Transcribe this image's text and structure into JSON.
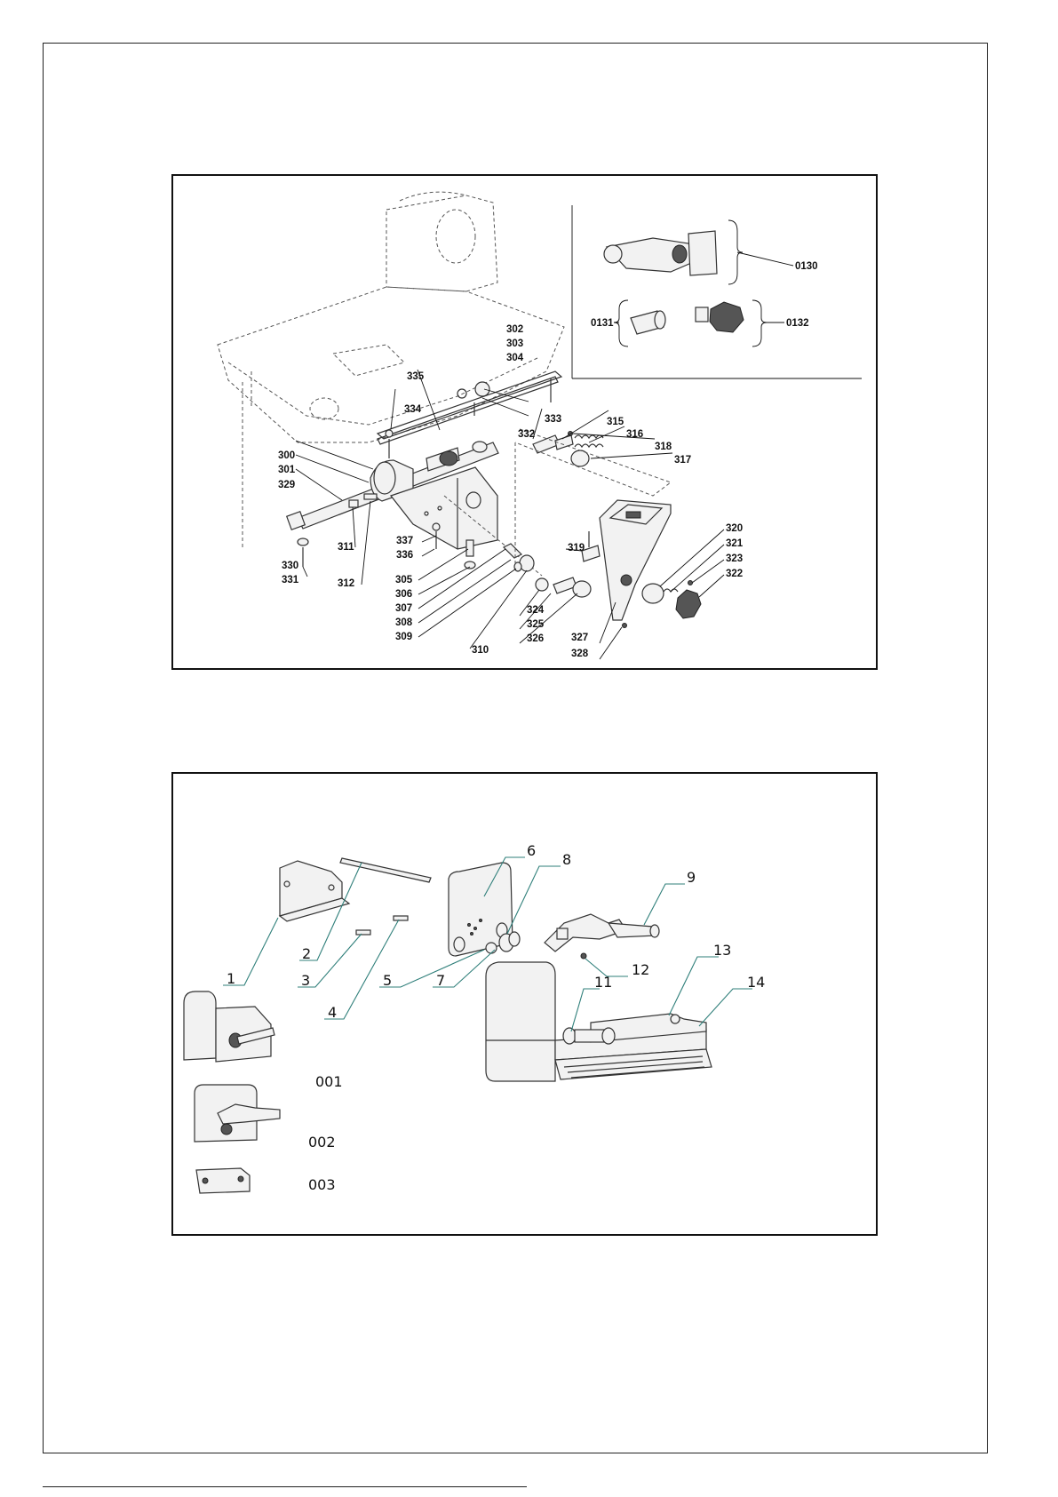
{
  "diagram_top": {
    "callouts": [
      {
        "id": "c302",
        "text": "302"
      },
      {
        "id": "c303",
        "text": "303"
      },
      {
        "id": "c304",
        "text": "304"
      },
      {
        "id": "c335",
        "text": "335"
      },
      {
        "id": "c334",
        "text": "334"
      },
      {
        "id": "c333",
        "text": "333"
      },
      {
        "id": "c332",
        "text": "332"
      },
      {
        "id": "c315",
        "text": "315"
      },
      {
        "id": "c316",
        "text": "316"
      },
      {
        "id": "c318",
        "text": "318"
      },
      {
        "id": "c317",
        "text": "317"
      },
      {
        "id": "c300",
        "text": "300"
      },
      {
        "id": "c301",
        "text": "301"
      },
      {
        "id": "c329",
        "text": "329"
      },
      {
        "id": "c337",
        "text": "337"
      },
      {
        "id": "c336",
        "text": "336"
      },
      {
        "id": "c311",
        "text": "311"
      },
      {
        "id": "c312",
        "text": "312"
      },
      {
        "id": "c330",
        "text": "330"
      },
      {
        "id": "c331",
        "text": "331"
      },
      {
        "id": "c305",
        "text": "305"
      },
      {
        "id": "c306",
        "text": "306"
      },
      {
        "id": "c307",
        "text": "307"
      },
      {
        "id": "c308",
        "text": "308"
      },
      {
        "id": "c309",
        "text": "309"
      },
      {
        "id": "c310",
        "text": "310"
      },
      {
        "id": "c319",
        "text": "319"
      },
      {
        "id": "c324",
        "text": "324"
      },
      {
        "id": "c325",
        "text": "325"
      },
      {
        "id": "c326",
        "text": "326"
      },
      {
        "id": "c327",
        "text": "327"
      },
      {
        "id": "c328",
        "text": "328"
      },
      {
        "id": "c320",
        "text": "320"
      },
      {
        "id": "c321",
        "text": "321"
      },
      {
        "id": "c323",
        "text": "323"
      },
      {
        "id": "c322",
        "text": "322"
      }
    ],
    "inset_callouts": [
      {
        "id": "c0130",
        "text": "0130"
      },
      {
        "id": "c0131",
        "text": "0131"
      },
      {
        "id": "c0132",
        "text": "0132"
      }
    ]
  },
  "diagram_bottom": {
    "callouts": [
      {
        "id": "n1",
        "text": "1"
      },
      {
        "id": "n2",
        "text": "2"
      },
      {
        "id": "n3",
        "text": "3"
      },
      {
        "id": "n4",
        "text": "4"
      },
      {
        "id": "n5",
        "text": "5"
      },
      {
        "id": "n6",
        "text": "6"
      },
      {
        "id": "n7",
        "text": "7"
      },
      {
        "id": "n8",
        "text": "8"
      },
      {
        "id": "n9",
        "text": "9"
      },
      {
        "id": "n11",
        "text": "11"
      },
      {
        "id": "n12",
        "text": "12"
      },
      {
        "id": "n13",
        "text": "13"
      },
      {
        "id": "n14",
        "text": "14"
      }
    ],
    "assemblies": [
      {
        "id": "a001",
        "text": "001"
      },
      {
        "id": "a002",
        "text": "002"
      },
      {
        "id": "a003",
        "text": "003"
      }
    ]
  },
  "colors": {
    "leader_teal": "#2f7f7a",
    "line": "#111111",
    "frame": "#222222"
  }
}
